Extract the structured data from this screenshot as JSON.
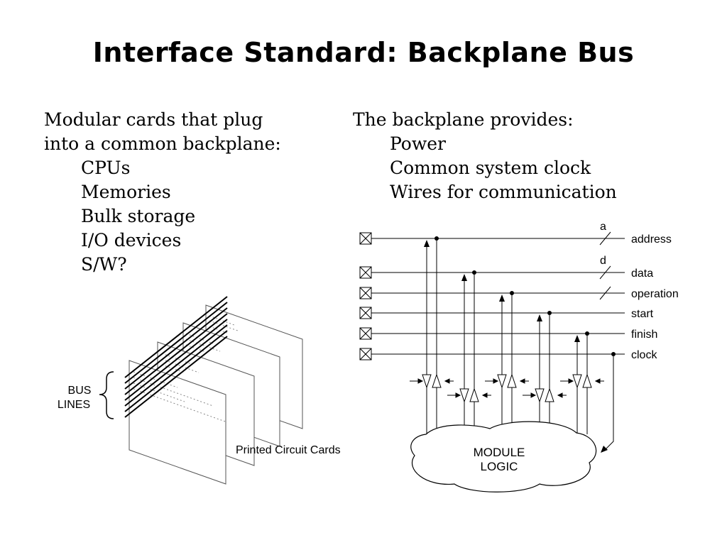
{
  "title": "Interface Standard: Backplane Bus",
  "left": {
    "intro": [
      "Modular cards that plug",
      "into a common backplane:"
    ],
    "items": [
      "CPUs",
      "Memories",
      "Bulk storage",
      "I/O devices",
      "S/W?"
    ]
  },
  "right": {
    "intro": "The backplane provides:",
    "items": [
      "Power",
      "Common system clock",
      "Wires for communication"
    ]
  },
  "cards_figure": {
    "bus_label_1": "BUS",
    "bus_label_2": "LINES",
    "cards_label": "Printed Circuit Cards"
  },
  "bus_figure": {
    "signals": [
      "address",
      "data",
      "operation",
      "start",
      "finish",
      "clock"
    ],
    "width_marks": [
      "a",
      "d"
    ],
    "module_label_1": "MODULE",
    "module_label_2": "LOGIC"
  }
}
